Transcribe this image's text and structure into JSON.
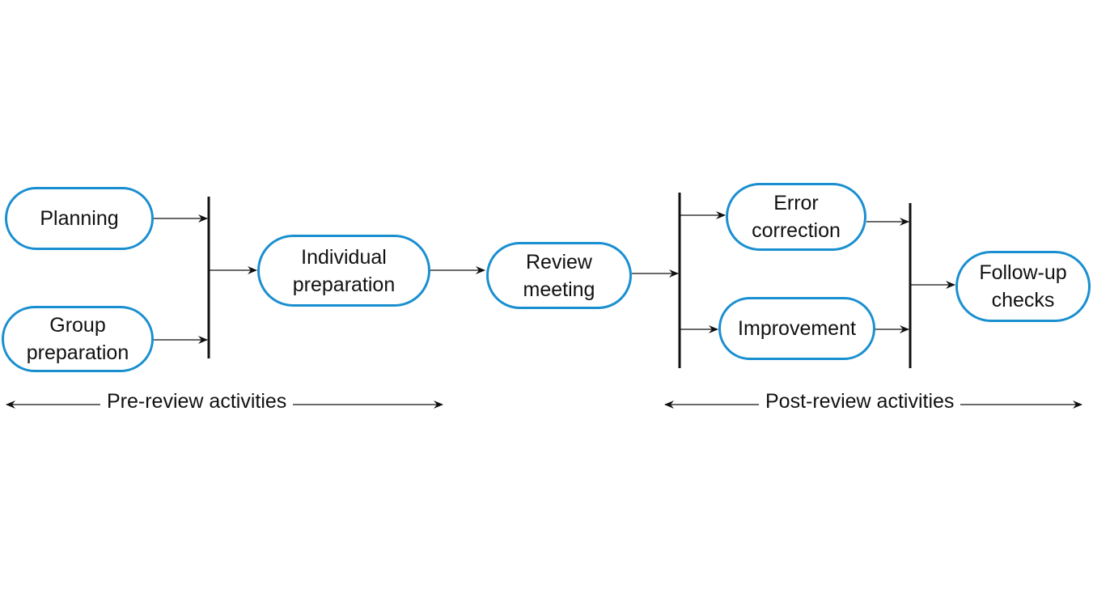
{
  "diagram": {
    "colors": {
      "node_border": "#1a8fd0",
      "line": "#111111",
      "bar": "#111111"
    },
    "nodes": {
      "planning": {
        "lines": [
          "Planning"
        ]
      },
      "group_preparation": {
        "lines": [
          "Group",
          "preparation"
        ]
      },
      "individual_preparation": {
        "lines": [
          "Individual",
          "preparation"
        ]
      },
      "review_meeting": {
        "lines": [
          "Review",
          "meeting"
        ]
      },
      "error_correction": {
        "lines": [
          "Error",
          "correction"
        ]
      },
      "improvement": {
        "lines": [
          "Improvement"
        ]
      },
      "follow_up_checks": {
        "lines": [
          "Follow-up",
          "checks"
        ]
      }
    },
    "phase_labels": {
      "pre_review": "Pre-review activities",
      "post_review": "Post-review activities"
    }
  }
}
